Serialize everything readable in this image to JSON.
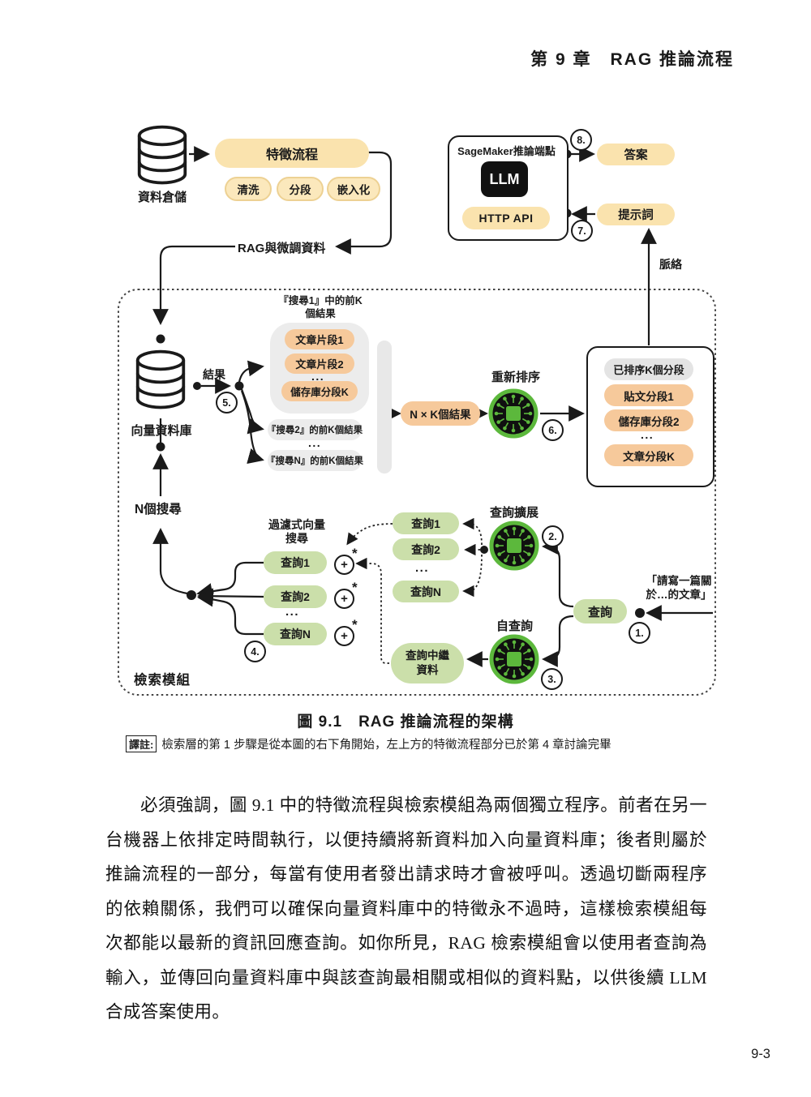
{
  "header": {
    "chapter_title": "第 9 章　RAG 推論流程"
  },
  "figure": {
    "caption": "圖 9.1　RAG 推論流程的架構",
    "note_label": "譯註:",
    "note_text": "檢索層的第 1 步驟是從本圖的右下角開始，左上方的特徵流程部分已於第 4 章討論完畢"
  },
  "body": {
    "paragraph": "必須強調，圖 9.1 中的特徵流程與檢索模組為兩個獨立程序。前者在另一台機器上依排定時間執行，以便持續將新資料加入向量資料庫；後者則屬於推論流程的一部分，每當有使用者發出請求時才會被呼叫。透過切斷兩程序的依賴關係，我們可以確保向量資料庫中的特徵永不過時，這樣檢索模組每次都能以最新的資訊回應查詢。如你所見，RAG 檢索模組會以使用者查詢為輸入，並傳回向量資料庫中與該查詢最相關或相似的資料點，以供後續 LLM 合成答案使用。"
  },
  "footer": {
    "page_number": "9-3"
  },
  "diagram": {
    "data_warehouse": "資料倉儲",
    "feature_pipeline": "特徵流程",
    "feature_steps": [
      "清洗",
      "分段",
      "嵌入化"
    ],
    "rag_finetune_data": "RAG與微調資料",
    "sagemaker_title": "SageMaker推論端點",
    "llm": "LLM",
    "http_api": "HTTP API",
    "answer": "答案",
    "prompt": "提示詞",
    "context": "脈絡",
    "vector_db": "向量資料庫",
    "results": "結果",
    "n_searches": "N個搜尋",
    "search1_label": [
      "『搜尋1』中的前K",
      "個結果"
    ],
    "search1_items": [
      "文章片段1",
      "文章片段2",
      "...",
      "儲存庫分段K"
    ],
    "search2_label": "『搜尋2』的前K個結果",
    "searchN_label": "『搜尋N』的前K個結果",
    "nxk_results": "N × K個結果",
    "rerank": "重新排序",
    "ranked_items": [
      "已排序K個分段",
      "貼文分段1",
      "儲存庫分段2",
      "...",
      "文章分段K"
    ],
    "filtered_search_label": [
      "過濾式向量",
      "搜尋"
    ],
    "filtered_queries": [
      "查詢1",
      "查詢2",
      "查詢N"
    ],
    "query_expansion": "查詢擴展",
    "expanded_queries": [
      "查詢1",
      "查詢2",
      "查詢N"
    ],
    "self_query": "自查詢",
    "query_metadata": [
      "查詢中繼",
      "資料"
    ],
    "query": "查詢",
    "user_query": [
      "「請寫一篇關",
      "於…的文章」"
    ],
    "retrieval_module": "檢索模組",
    "ellipsis": "...",
    "plus": "+",
    "asterisk": "*",
    "steps": [
      "1.",
      "2.",
      "3.",
      "4.",
      "5.",
      "6.",
      "7.",
      "8."
    ]
  },
  "colors": {
    "tan": "#FAE3AE",
    "orange": "#F6C99B",
    "green": "#CBDFAA",
    "chip_green": "#5CB83C",
    "grey": "#ECECEC",
    "ink": "#1A1A1A"
  }
}
